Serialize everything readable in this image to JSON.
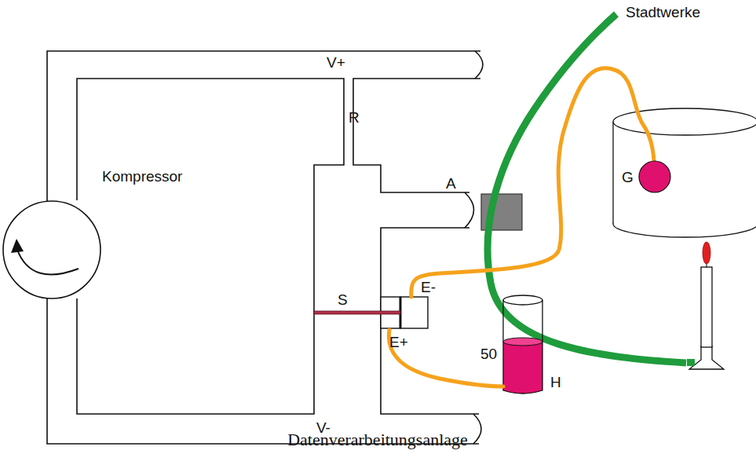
{
  "diagram": {
    "caption": "Datenverarbeitungsanlage",
    "labels": [
      "Stadtwerke",
      "V+",
      "R",
      "Kompressor",
      "A",
      "G",
      "S",
      "E-",
      "E+",
      "50",
      "H",
      "V-"
    ]
  }
}
